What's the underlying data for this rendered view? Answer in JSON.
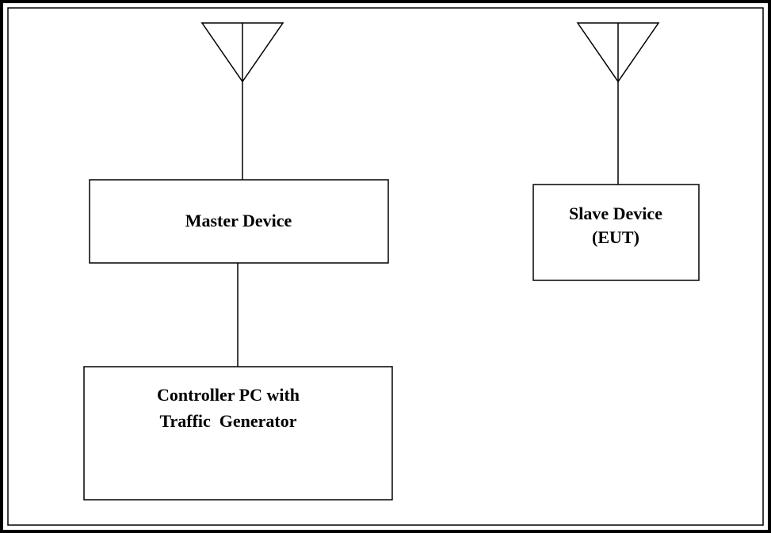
{
  "diagram": {
    "nodes": {
      "master": {
        "label": "Master Device"
      },
      "slave": {
        "label_line1": "Slave Device",
        "label_line2": "(EUT)"
      },
      "controller": {
        "label_line1": "Controller PC with",
        "label_line2": "Traffic  Generator"
      }
    },
    "edges": [
      {
        "from": "master-antenna",
        "to": "master"
      },
      {
        "from": "master",
        "to": "controller"
      },
      {
        "from": "slave-antenna",
        "to": "slave"
      }
    ]
  }
}
